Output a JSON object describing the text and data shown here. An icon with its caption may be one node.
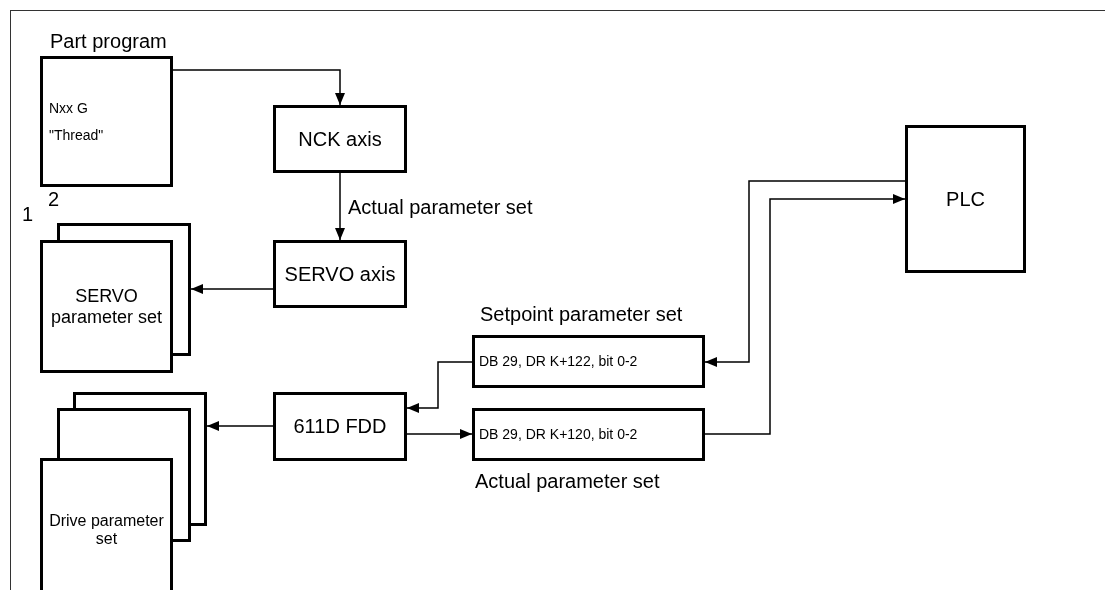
{
  "diagram": {
    "nodes": [
      {
        "text": [
          "Part program",
          "Nxx G",
          "\"Thread\""
        ]
      },
      {
        "text": [
          "NCK axis"
        ]
      },
      {
        "text": [
          "SERVO axis"
        ]
      },
      {
        "text": [
          "SERVO parameter set"
        ]
      },
      {
        "text": [
          "Setpoint parameter set",
          "DB 29, DR K+122, bit 0-2"
        ]
      },
      {
        "text": [
          "611D FDD"
        ]
      },
      {
        "text": [
          "DB 29, DR K+120, bit 0-2"
        ],
        "beside": [
          "Actual parameter set"
        ]
      },
      {
        "text": [
          "PLC"
        ]
      },
      {
        "text": [
          "Drive parameter set"
        ]
      }
    ],
    "edges": [
      {
        "from": 0,
        "to": 1,
        "arrow": "to"
      },
      {
        "from": 1,
        "to": 2,
        "arrow": "to",
        "label": "Actual parameter set"
      },
      {
        "from": 2,
        "to": 3,
        "arrow": "to"
      },
      {
        "from": 7,
        "to": 4,
        "arrow": "to"
      },
      {
        "from": 4,
        "to": 5,
        "arrow": "to"
      },
      {
        "from": 5,
        "to": 6,
        "arrow": "to"
      },
      {
        "from": 6,
        "to": 7,
        "arrow": "to"
      },
      {
        "from": 5,
        "to": 8,
        "arrow": "to"
      }
    ],
    "labels": [
      "2",
      "1"
    ]
  }
}
